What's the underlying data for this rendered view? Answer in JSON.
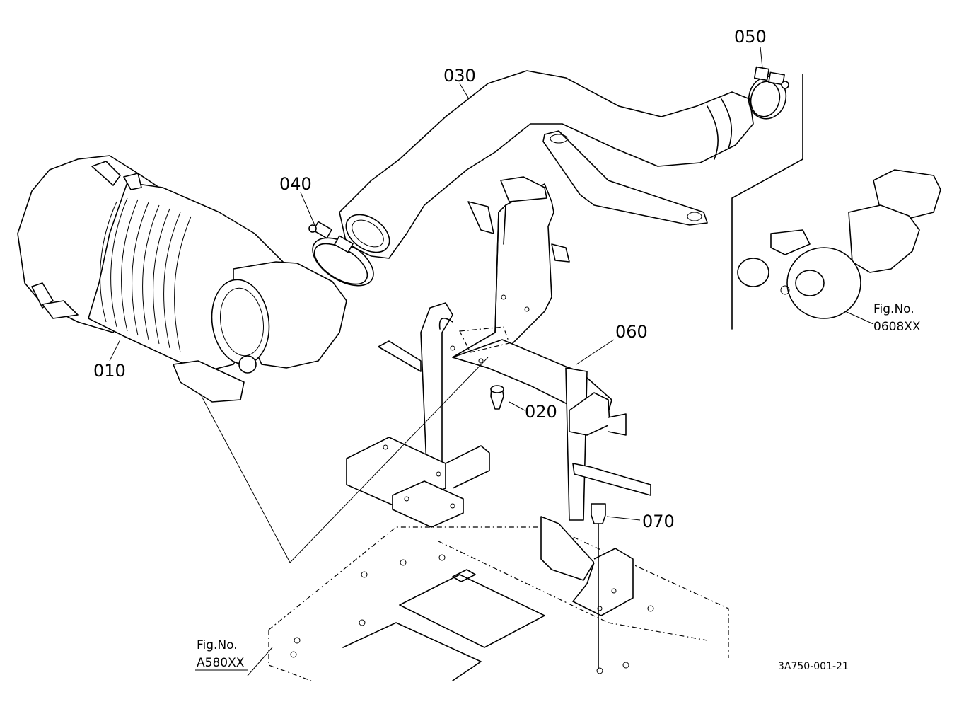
{
  "labels": {
    "p010": "010",
    "p020": "020",
    "p030": "030",
    "p040": "040",
    "p050": "050",
    "p060": "060",
    "p070": "070"
  },
  "refs": {
    "fig_turbo_line1": "Fig.No.",
    "fig_turbo_line2": "0608XX",
    "fig_floor_line1": "Fig.No.",
    "fig_floor_line2": "A580XX"
  },
  "drawing_number": "3A750-001-21"
}
